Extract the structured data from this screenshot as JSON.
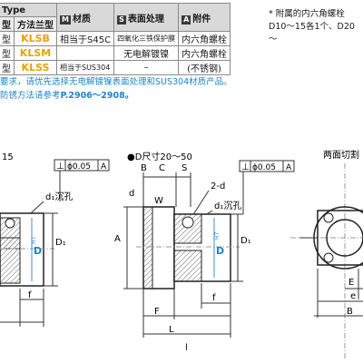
{
  "table": {
    "col_type": "Type",
    "col_std": "型",
    "col_flange": "方法兰型",
    "col_material": "材质",
    "col_surface": "表面处理",
    "col_accessory": "附件",
    "badge_material": "M",
    "badge_surface": "S",
    "badge_accessory": "A",
    "rows": [
      {
        "std": "型",
        "code": "KLSB",
        "material": "相当于S45C",
        "surface": "四氧化三铁保护膜",
        "accessory": "内六角螺栓"
      },
      {
        "std": "型",
        "code": "KLSM",
        "material": "",
        "surface": "无电解镀镍",
        "accessory": "内六角螺栓"
      },
      {
        "std": "型",
        "code": "KLSS",
        "material": "相当于SUS304",
        "surface": "–",
        "accessory": "(不锈钢)"
      }
    ]
  },
  "right_note": {
    "line1": "* 附属的内六角螺栓",
    "line2": "D10～15各1个、D20～"
  },
  "notes": {
    "line1": "要求，请优先选择无电解镀镍表面处理和SUS304材质产品。",
    "line2_prefix": "防锈方法请参考",
    "line2_ref": "P.2906～2908。"
  },
  "drawing1": {
    "label_15": "15",
    "tol_perp": "⊥",
    "tol_val": "ϕ0.05",
    "tol_ref": "A",
    "counterbore": "d₁沉孔",
    "label_D": "D",
    "fit_D": "H7",
    "label_D1": "D₁",
    "label_f": "f"
  },
  "drawing2": {
    "title": "●D尺寸20～50",
    "label_B": "B",
    "label_C": "C",
    "label_S": "S",
    "tol_perp": "⊥",
    "tol_val": "ϕ0.05",
    "tol_ref": "A",
    "label_d": "d",
    "label_2d": "2-d",
    "counterbore": "d₁沉孔",
    "label_W": "W",
    "label_A": "A",
    "label_D": "D",
    "fit_D": "H7",
    "label_D1": "D₁",
    "label_f": "f",
    "label_F": "F",
    "label_L": "L",
    "label_l": "l"
  },
  "drawing3": {
    "title": "两面切割",
    "label_E": "E",
    "label_e": "e",
    "label_B": "B"
  },
  "colors": {
    "blue": "#1a86c9",
    "dim_blue": "#3b8fd6",
    "orange": "#e8a100",
    "hatch": "#555555"
  }
}
